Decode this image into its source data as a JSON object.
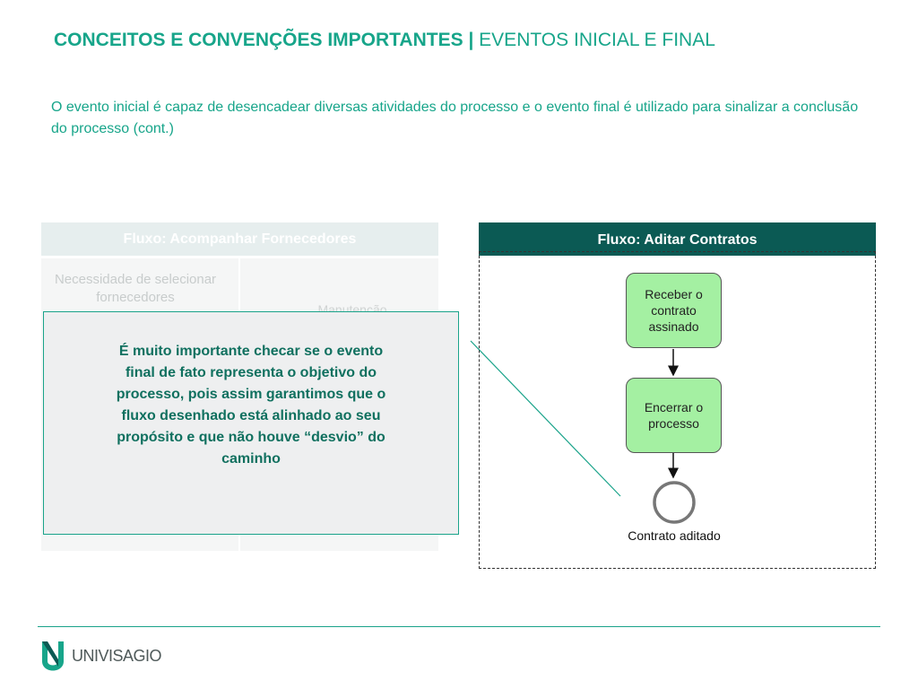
{
  "header": {
    "title_bold": "CONCEITOS E CONVENÇÕES IMPORTANTES |",
    "title_regular": "EVENTOS INICIAL E FINAL"
  },
  "intro": {
    "text": "O evento inicial é capaz de desencadear diversas atividades do processo e o evento final é utilizado para sinalizar a conclusão do processo (cont.)"
  },
  "left_panel": {
    "title": "Fluxo: Acompanhar Fornecedores",
    "cell_1": "Necessidade de selecionar fornecedores",
    "cell_2": "Manutenção"
  },
  "callout": {
    "text": "É muito importante checar se o evento final de fato representa o objetivo do processo, pois assim garantimos que o fluxo desenhado está alinhado ao seu propósito e que não houve “desvio” do caminho"
  },
  "right_panel": {
    "title": "Fluxo: Aditar Contratos",
    "task_1": "Receber o contrato assinado",
    "task_2": "Encerrar o processo",
    "end_event_label": "Contrato aditado"
  },
  "footer": {
    "logo_text": "UNIVISAGIO"
  },
  "colors": {
    "accent": "#17a58a",
    "dark_header": "#0b5a54",
    "task_fill": "#a4f0a2"
  }
}
